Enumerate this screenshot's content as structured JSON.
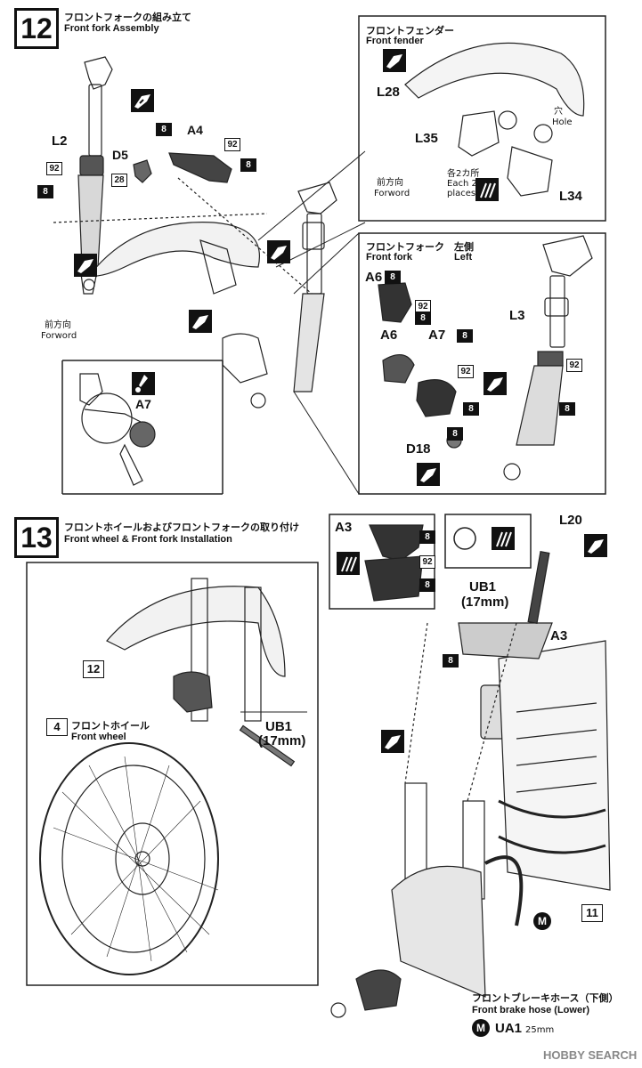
{
  "step12": {
    "number": "12",
    "title_jp": "フロントフォークの組み立て",
    "title_en": "Front fork Assembly",
    "labels": {
      "L2": "L2",
      "D5": "D5",
      "A4": "A4",
      "forward_jp": "前方向",
      "forward_en": "Forword",
      "A7_inset": "A7"
    },
    "paint_tags": {
      "tag92": "92",
      "tag8": "8",
      "tag28": "28"
    }
  },
  "fender_box": {
    "title_jp": "フロントフェンダー",
    "title_en": "Front fender",
    "L28": "L28",
    "L35": "L35",
    "L34": "L34",
    "hole_jp": "穴",
    "hole_en": "Hole",
    "places_jp": "各2カ所",
    "places_en1": "Each 2",
    "places_en2": "places",
    "forward_jp": "前方向",
    "forward_en": "Forword"
  },
  "fork_box": {
    "title_jp": "フロントフォーク",
    "title_en": "Front fork",
    "left_jp": "左側",
    "left_en": "Left",
    "A6": "A6",
    "A6_top": "A6",
    "A7": "A7",
    "L3": "L3",
    "D18": "D18"
  },
  "step13": {
    "number": "13",
    "title_jp": "フロントホイールおよびフロントフォークの取り付け",
    "title_en": "Front wheel & Front fork Installation",
    "callout12": "12",
    "callout4": "4",
    "callout11": "11",
    "wheel_jp": "フロントホイール",
    "wheel_en": "Front wheel",
    "UB1": "UB1",
    "UB1_size": "(17mm)",
    "A3": "A3",
    "L20": "L20",
    "A3_box": "A3",
    "hose_jp": "フロントブレーキホース（下側）",
    "hose_en": "Front brake hose (Lower)",
    "M": "M",
    "UA1": "UA1",
    "UA1_len": "25mm"
  },
  "watermark": "HOBBY SEARCH"
}
